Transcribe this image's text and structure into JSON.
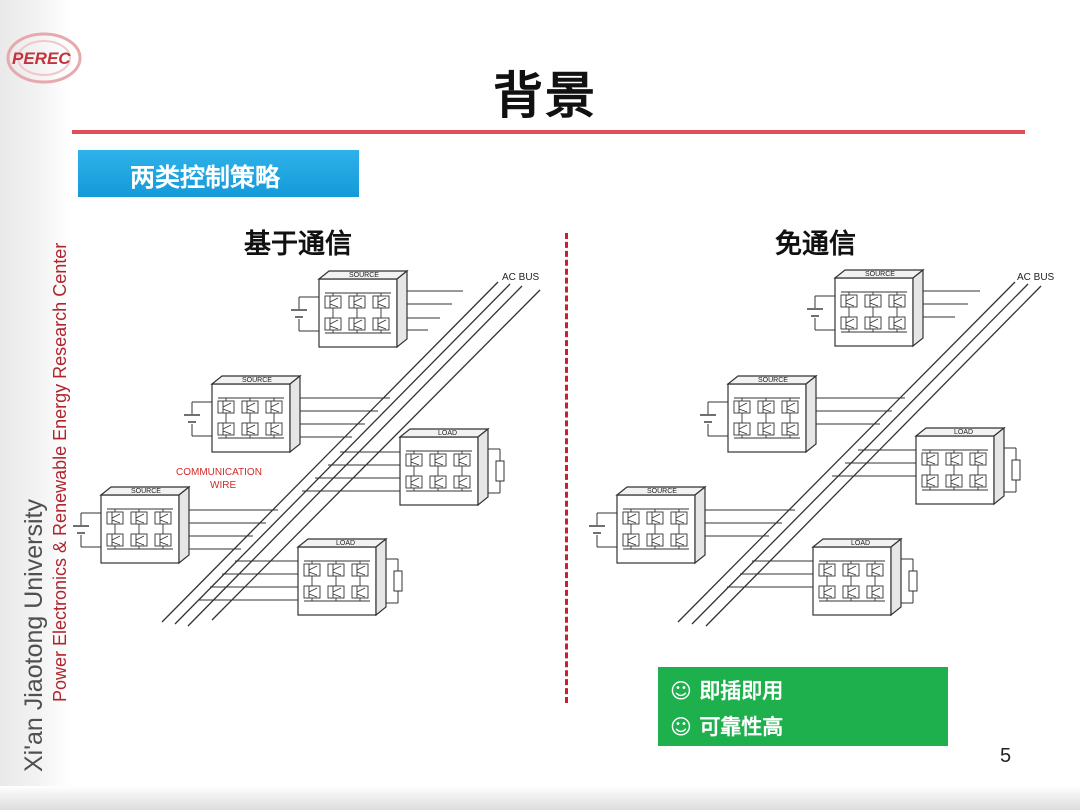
{
  "logo": {
    "text": "PEREC"
  },
  "sidebar": {
    "university": "Xi'an Jiaotong University",
    "center": "Power Electronics & Renewable Energy Research Center"
  },
  "slide": {
    "title": "背景",
    "section_label": "两类控制策略",
    "page_number": "5"
  },
  "left_panel": {
    "heading": "基于通信",
    "bus_label": "AC BUS",
    "comm_label_line1": "COMMUNICATION",
    "comm_label_line2": "WIRE",
    "source_label": "SOURCE",
    "load_label": "LOAD"
  },
  "right_panel": {
    "heading": "免通信",
    "bus_label": "AC BUS",
    "source_label": "SOURCE",
    "load_label": "LOAD"
  },
  "benefits": [
    {
      "icon": "smiley-icon",
      "glyph": "☺",
      "text": "即插即用"
    },
    {
      "icon": "smiley-icon",
      "glyph": "☺",
      "text": "可靠性高"
    }
  ],
  "colors": {
    "accent_red": "#e04c58",
    "banner_blue": "#1ba3e0",
    "benefit_green": "#1fb04e",
    "comm_wire_red": "#d42a2a"
  }
}
